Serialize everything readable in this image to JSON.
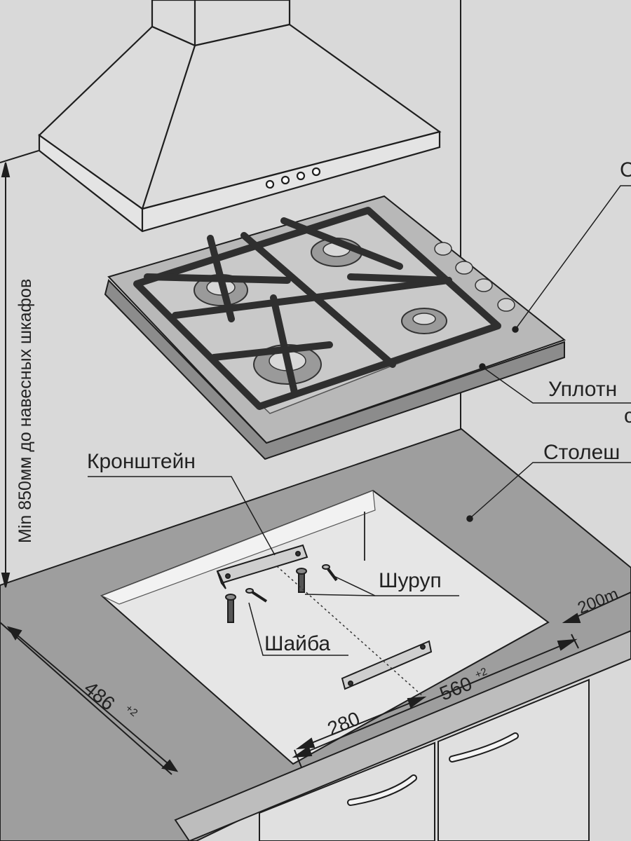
{
  "labels": {
    "vertical_dimension": "Min 850мм до навесных шкафов",
    "bracket": "Кронштейн",
    "screw": "Шуруп",
    "washer": "Шайба",
    "seal_partial": "Уплотн",
    "seal_fragment": "с",
    "countertop_partial": "Столеш",
    "hob_partial": "С",
    "distance_partial": "200m"
  },
  "dimensions": {
    "depth_value": "486",
    "depth_tolerance": "+2",
    "width_value": "560",
    "width_tolerance": "+2",
    "half_width_value": "280"
  },
  "colors": {
    "background": "#d9d9d9",
    "countertop": "#9e9e9e",
    "cutout": "#e6e6e6",
    "hob_body": "#b8b8b8",
    "grate": "#2f2f2f",
    "line": "#1e1e1e"
  }
}
